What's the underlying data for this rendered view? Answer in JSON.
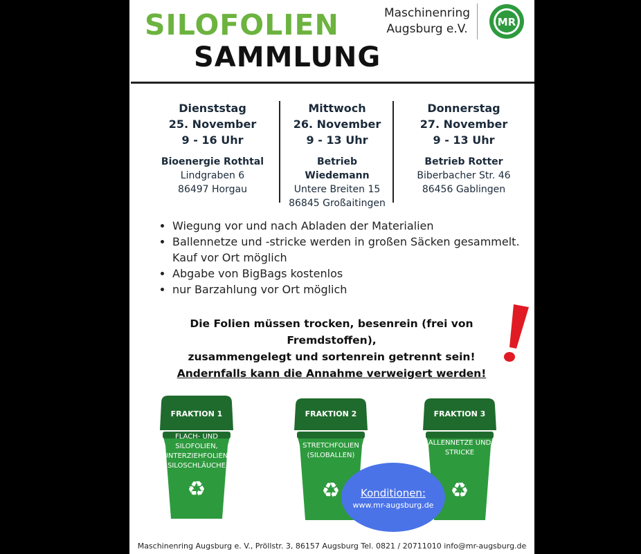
{
  "header": {
    "title_line1": "SILOFOLIEN",
    "title_line2": "SAMMLUNG",
    "org_line1": "Maschinenring",
    "org_line2": "Augsburg e.V.",
    "logo_text": "MR"
  },
  "dates": [
    {
      "day": "Dienststag",
      "date": "25. November",
      "time": "9 - 16 Uhr",
      "name": "Bioenergie Rothtal",
      "street": "Lindgraben 6",
      "city": "86497 Horgau"
    },
    {
      "day": "Mittwoch",
      "date": "26. November",
      "time": "9 - 13 Uhr",
      "name": "Betrieb Wiedemann",
      "street": "Untere Breiten 15",
      "city": "86845 Großaitingen"
    },
    {
      "day": "Donnerstag",
      "date": "27. November",
      "time": "9 - 13 Uhr",
      "name": "Betrieb Rotter",
      "street": "Biberbacher Str. 46",
      "city": "86456 Gablingen"
    }
  ],
  "bullets": [
    "Wiegung vor und nach Abladen der Materialien",
    "Ballennetze und -stricke werden in großen Säcken gesammelt. Kauf vor Ort möglich",
    "Abgabe von BigBags kostenlos",
    "nur Barzahlung vor Ort möglich"
  ],
  "warning": {
    "line1": "Die Folien müssen trocken, besenrein (frei von Fremdstoffen),",
    "line2": "zusammengelegt und sortenrein getrennt sein!",
    "line3": "Andernfalls kann die Annahme verweigert werden!"
  },
  "bins": [
    {
      "label": "FRAKTION 1",
      "content": "FLACH- UND SILOFOLIEN, UNTERZIEHFOLIEN, SILOSCHLÄUCHE"
    },
    {
      "label": "FRAKTION 2",
      "content": "STRETCHFOLIEN (SILOBALLEN)"
    },
    {
      "label": "FRAKTION 3",
      "content": "BALLENNETZE UND -STRICKE"
    }
  ],
  "bubble": {
    "title": "Konditionen:",
    "url": "www.mr-augsburg.de"
  },
  "footer": "Maschinenring Augsburg e. V., Pröllstr. 3, 86157 Augsburg Tel. 0821 / 20711010 info@mr-augsburg.de",
  "colors": {
    "green_title": "#6cb33f",
    "bin_green": "#2e9a3e",
    "bin_lid": "#1f6b2d",
    "bubble": "#4a73e8",
    "exclamation": "#e01b24"
  },
  "icons": {
    "recycle": "♻"
  }
}
